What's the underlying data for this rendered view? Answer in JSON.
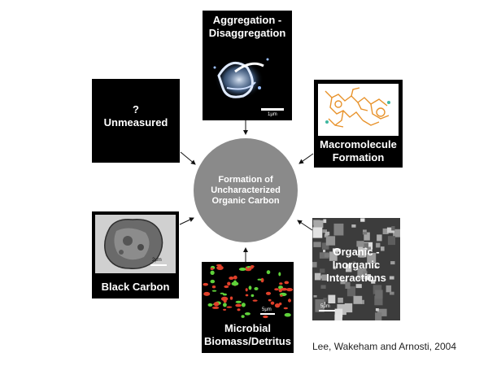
{
  "center": {
    "text": "Formation of\nUncharacterized\nOrganic Carbon"
  },
  "panels": {
    "aggregation": {
      "label": "Aggregation -\nDisaggregation",
      "scale": "1μm"
    },
    "unmeasured": {
      "label": "?\nUnmeasured"
    },
    "macromolecule": {
      "label": "Macromolecule\nFormation"
    },
    "black_carbon": {
      "label": "Black Carbon",
      "scale": "2μm"
    },
    "microbial": {
      "label": "Microbial\nBiomass/Detritus",
      "scale": "5μm"
    },
    "organic_inorganic": {
      "label": "Organic -\nInorganic\nInteractions",
      "scale": "5μm"
    }
  },
  "citation": "Lee, Wakeham and Arnosti, 2004",
  "colors": {
    "circle": "#8a8a8a",
    "panel_bg": "#000000",
    "arrow": "#111111",
    "aggregate_glow": "#bcd8ff",
    "molecule_orange": "#e8922a",
    "microbe_green": "#5fd23a",
    "microbe_red": "#e0402a"
  }
}
